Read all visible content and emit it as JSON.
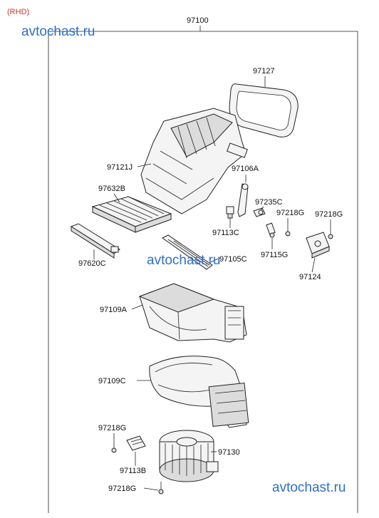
{
  "header": {
    "variant": "(RHD)",
    "assembly": "97100"
  },
  "watermarks": {
    "top_left": "avtochast.ru",
    "middle": "avtochast.ru",
    "bottom_right": "avtochast.ru"
  },
  "parts": {
    "p97127": "97127",
    "p97121J": "97121J",
    "p97106A": "97106A",
    "p97632B": "97632B",
    "p97235C": "97235C",
    "p97218G_a": "97218G",
    "p97218G_b": "97218G",
    "p97113C": "97113C",
    "p97115G": "97115G",
    "p97620C": "97620C",
    "p97105C": "97105C",
    "p97124": "97124",
    "p97109A": "97109A",
    "p97109C": "97109C",
    "p97218G_c": "97218G",
    "p97130": "97130",
    "p97113B": "97113B",
    "p97218G_d": "97218G"
  },
  "colors": {
    "line": "#222222",
    "watermark": "#2f6fc7",
    "variant": "#c0392b"
  }
}
